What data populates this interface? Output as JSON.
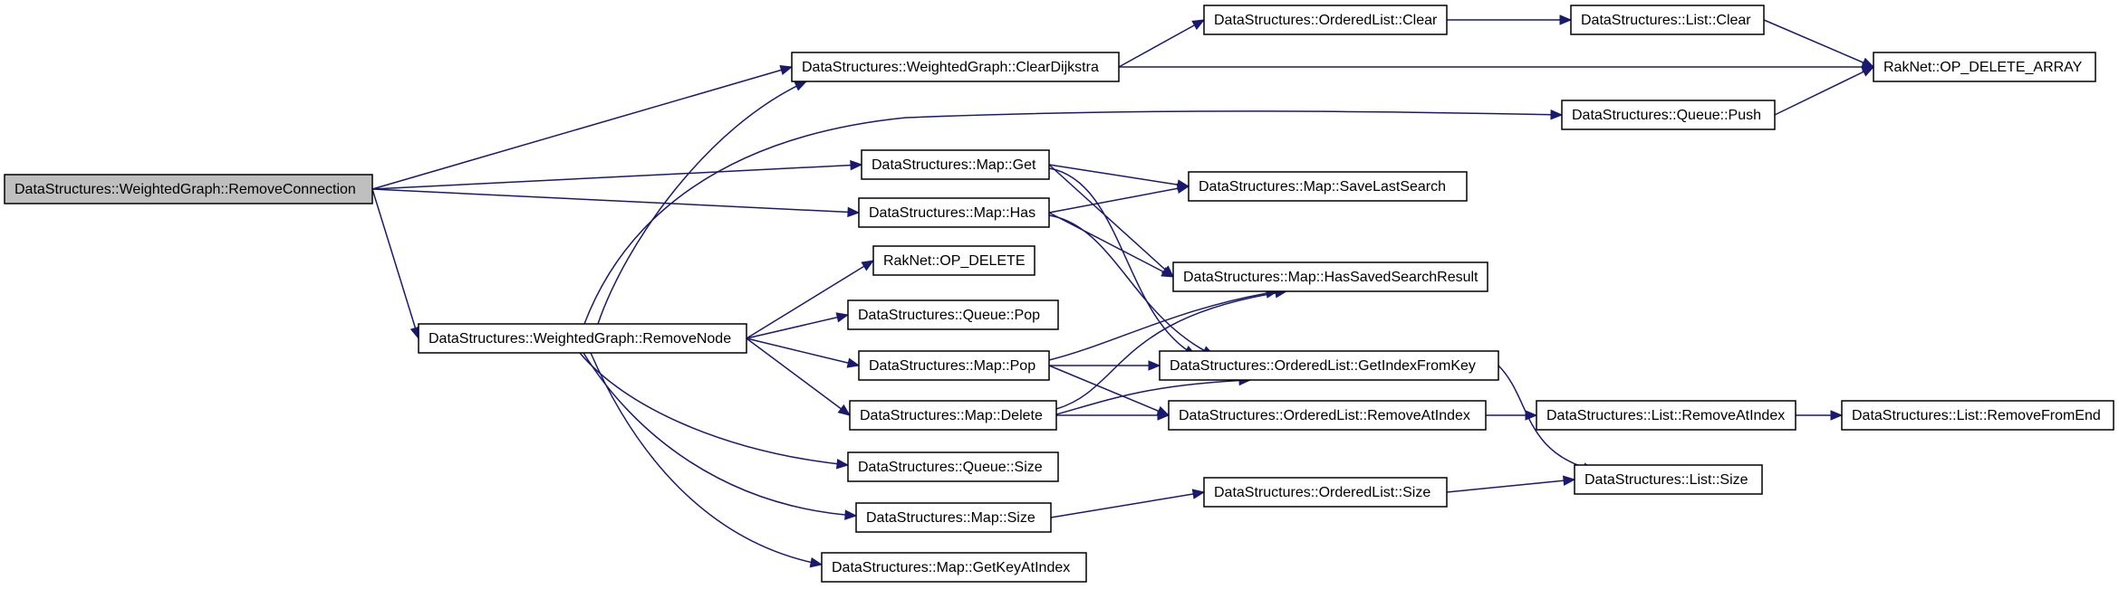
{
  "diagram": {
    "type": "call-graph",
    "colors": {
      "edge": "#191970",
      "node_fill": "#ffffff",
      "root_fill": "#bfbfbf",
      "node_border": "#000000"
    },
    "nodes": [
      {
        "id": "removeconnection",
        "label": "DataStructures::WeightedGraph::RemoveConnection",
        "root": true
      },
      {
        "id": "cleardijkstra",
        "label": "DataStructures::WeightedGraph::ClearDijkstra"
      },
      {
        "id": "orderedlist-clear",
        "label": "DataStructures::OrderedList::Clear"
      },
      {
        "id": "list-clear",
        "label": "DataStructures::List::Clear"
      },
      {
        "id": "op-delete-array",
        "label": "RakNet::OP_DELETE_ARRAY"
      },
      {
        "id": "queue-push",
        "label": "DataStructures::Queue::Push"
      },
      {
        "id": "map-get",
        "label": "DataStructures::Map::Get"
      },
      {
        "id": "map-savelastsearch",
        "label": "DataStructures::Map::SaveLastSearch"
      },
      {
        "id": "map-has",
        "label": "DataStructures::Map::Has"
      },
      {
        "id": "op-delete",
        "label": "RakNet::OP_DELETE"
      },
      {
        "id": "map-hassavedsearchresult",
        "label": "DataStructures::Map::HasSavedSearchResult"
      },
      {
        "id": "removenode",
        "label": "DataStructures::WeightedGraph::RemoveNode"
      },
      {
        "id": "queue-pop",
        "label": "DataStructures::Queue::Pop"
      },
      {
        "id": "map-pop",
        "label": "DataStructures::Map::Pop"
      },
      {
        "id": "orderedlist-getindexfromkey",
        "label": "DataStructures::OrderedList::GetIndexFromKey"
      },
      {
        "id": "map-delete",
        "label": "DataStructures::Map::Delete"
      },
      {
        "id": "orderedlist-removeatindex",
        "label": "DataStructures::OrderedList::RemoveAtIndex"
      },
      {
        "id": "list-removeatindex",
        "label": "DataStructures::List::RemoveAtIndex"
      },
      {
        "id": "list-removefromend",
        "label": "DataStructures::List::RemoveFromEnd"
      },
      {
        "id": "queue-size",
        "label": "DataStructures::Queue::Size"
      },
      {
        "id": "list-size",
        "label": "DataStructures::List::Size"
      },
      {
        "id": "map-size",
        "label": "DataStructures::Map::Size"
      },
      {
        "id": "orderedlist-size",
        "label": "DataStructures::OrderedList::Size"
      },
      {
        "id": "map-getkeyatindex",
        "label": "DataStructures::Map::GetKeyAtIndex"
      }
    ],
    "edges": [
      {
        "from": "removeconnection",
        "to": "cleardijkstra"
      },
      {
        "from": "removeconnection",
        "to": "map-get"
      },
      {
        "from": "removeconnection",
        "to": "map-has"
      },
      {
        "from": "removeconnection",
        "to": "removenode"
      },
      {
        "from": "cleardijkstra",
        "to": "orderedlist-clear"
      },
      {
        "from": "cleardijkstra",
        "to": "op-delete-array"
      },
      {
        "from": "orderedlist-clear",
        "to": "list-clear"
      },
      {
        "from": "list-clear",
        "to": "op-delete-array"
      },
      {
        "from": "queue-push",
        "to": "op-delete-array"
      },
      {
        "from": "map-get",
        "to": "map-savelastsearch"
      },
      {
        "from": "map-get",
        "to": "map-hassavedsearchresult"
      },
      {
        "from": "map-get",
        "to": "orderedlist-getindexfromkey"
      },
      {
        "from": "map-has",
        "to": "map-savelastsearch"
      },
      {
        "from": "map-has",
        "to": "map-hassavedsearchresult"
      },
      {
        "from": "map-has",
        "to": "orderedlist-getindexfromkey"
      },
      {
        "from": "removenode",
        "to": "cleardijkstra"
      },
      {
        "from": "removenode",
        "to": "queue-push"
      },
      {
        "from": "removenode",
        "to": "op-delete"
      },
      {
        "from": "removenode",
        "to": "queue-pop"
      },
      {
        "from": "removenode",
        "to": "map-pop"
      },
      {
        "from": "removenode",
        "to": "map-delete"
      },
      {
        "from": "removenode",
        "to": "queue-size"
      },
      {
        "from": "removenode",
        "to": "map-size"
      },
      {
        "from": "removenode",
        "to": "map-getkeyatindex"
      },
      {
        "from": "map-pop",
        "to": "map-hassavedsearchresult"
      },
      {
        "from": "map-pop",
        "to": "orderedlist-getindexfromkey"
      },
      {
        "from": "map-pop",
        "to": "orderedlist-removeatindex"
      },
      {
        "from": "map-delete",
        "to": "map-hassavedsearchresult"
      },
      {
        "from": "map-delete",
        "to": "orderedlist-getindexfromkey"
      },
      {
        "from": "map-delete",
        "to": "orderedlist-removeatindex"
      },
      {
        "from": "orderedlist-getindexfromkey",
        "to": "list-size"
      },
      {
        "from": "orderedlist-removeatindex",
        "to": "list-removeatindex"
      },
      {
        "from": "list-removeatindex",
        "to": "list-removefromend"
      },
      {
        "from": "map-size",
        "to": "orderedlist-size"
      },
      {
        "from": "orderedlist-size",
        "to": "list-size"
      }
    ]
  }
}
